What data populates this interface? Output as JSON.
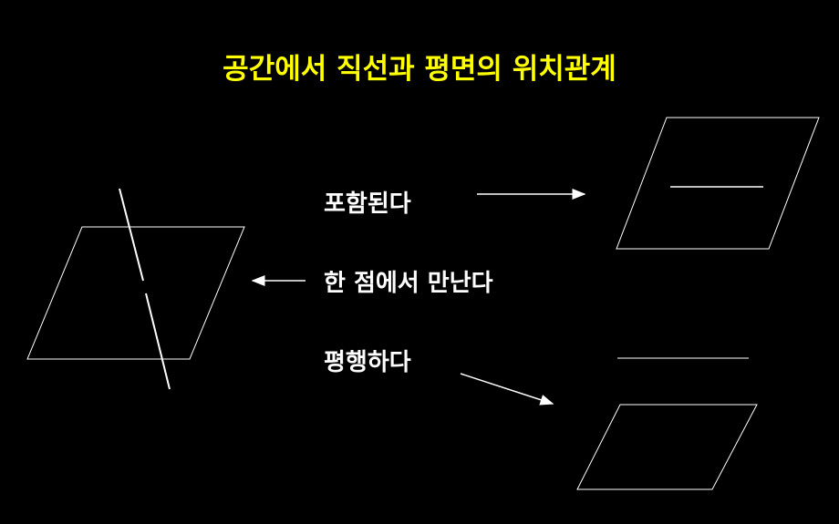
{
  "title": "공간에서 직선과 평면의 위치관계",
  "cases": {
    "contained": "포함된다",
    "intersect": "한 점에서 만난다",
    "parallel": "평행하다"
  },
  "colors": {
    "title": "#FFFF00",
    "text": "#FFFFFF",
    "background": "#000000"
  }
}
